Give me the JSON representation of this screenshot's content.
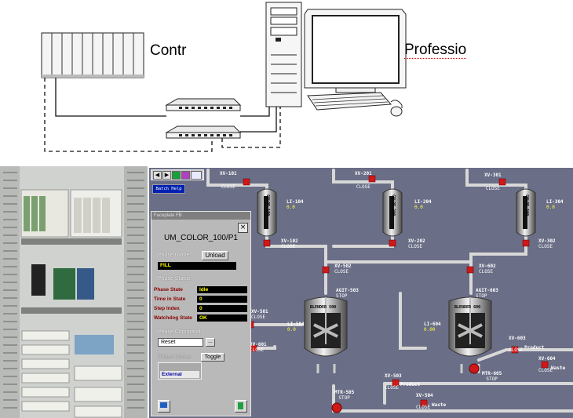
{
  "diagram": {
    "controller_label": "Contr",
    "workstation_label": "Professio"
  },
  "hmi": {
    "toolbar_button": "Batch Help",
    "faceplate": {
      "title": "Faceplate FB",
      "close": "×",
      "unit": "UM_COLOR_100/P1",
      "phase_name_label": "Phase Name",
      "unload_button": "Unload",
      "phase_name_value": "FILL",
      "phase_status_label": "Phase Status",
      "rows": [
        {
          "label": "Phase State",
          "value": "Idle"
        },
        {
          "label": "Time in State",
          "value": "0"
        },
        {
          "label": "Step Index",
          "value": "0"
        },
        {
          "label": "Watchdog State",
          "value": "OK"
        }
      ],
      "phase_command_label": "Phase Command",
      "command_value": "Reset",
      "command_button": "...",
      "phase_owner_label": "Phase Owner",
      "toggle_button": "Toggle",
      "owner_value": "External"
    },
    "valves": [
      {
        "name": "XV-101",
        "state": "CLOSE"
      },
      {
        "name": "XV-201",
        "state": "CLOSE"
      },
      {
        "name": "XV-301",
        "state": "CLOSE"
      },
      {
        "name": "XV-102",
        "state": "CLOSE"
      },
      {
        "name": "XV-202",
        "state": "CLOSE"
      },
      {
        "name": "XV-302",
        "state": "CLOSE"
      },
      {
        "name": "XV-502",
        "state": "CLOSE"
      },
      {
        "name": "XV-602",
        "state": "CLOSE"
      },
      {
        "name": "XV-501",
        "state": "CLOSE"
      },
      {
        "name": "XV-601",
        "state": "CLOSE"
      },
      {
        "name": "XV-603",
        "state": "CLOSE"
      },
      {
        "name": "XV-604",
        "state": "CLOSE"
      },
      {
        "name": "XV-503",
        "state": "CLOSE"
      },
      {
        "name": "XV-504",
        "state": "CLOSE"
      }
    ],
    "agitators": [
      {
        "name": "AGIT-503",
        "state": "STOP"
      },
      {
        "name": "AGIT-603",
        "state": "STOP"
      }
    ],
    "motors": [
      {
        "name": "MTR-505",
        "state": "STOP"
      },
      {
        "name": "MTR-605",
        "state": "STOP"
      }
    ],
    "levels": [
      {
        "name": "LI-104",
        "value": "0.0"
      },
      {
        "name": "LI-204",
        "value": "0.0"
      },
      {
        "name": "LI-304",
        "value": "0.0"
      },
      {
        "name": "LI-504",
        "value": "0.0"
      },
      {
        "name": "LI-604",
        "value": "0.00"
      }
    ],
    "color_tanks": [
      "COLOR 100",
      "COLOR 200",
      "COLOR 300"
    ],
    "blenders": [
      "BLENDER 500",
      "BLENDER 600"
    ],
    "lines": {
      "product": "Product",
      "waste": "Waste"
    }
  }
}
